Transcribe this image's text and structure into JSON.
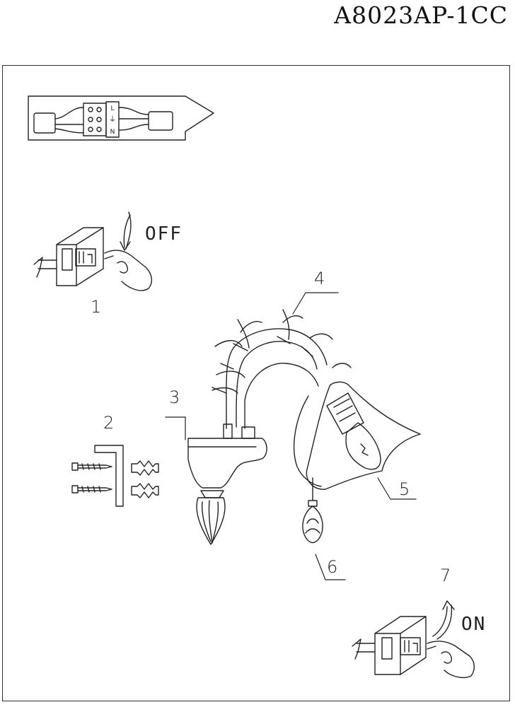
{
  "model_code": "A8023AP-1CC",
  "wiring": {
    "terminal_l": "L",
    "terminal_n": "N",
    "terminal_earth": "⏚"
  },
  "steps": {
    "off_label": "OFF",
    "on_label": "ON",
    "callouts": [
      "1",
      "2",
      "3",
      "4",
      "5",
      "6",
      "7"
    ]
  }
}
